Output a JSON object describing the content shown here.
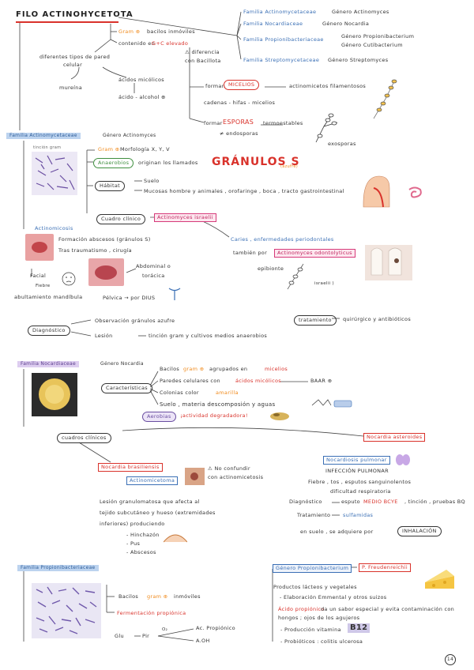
{
  "title": "FILO ACTINOHYCETOTA",
  "top": {
    "families": [
      {
        "family": "Familia Actinomycetaceae",
        "genus": "Género Actinomyces"
      },
      {
        "family": "Familia Nocardiaceae",
        "genus": "Género Nocardia"
      },
      {
        "family": "Familia Propionibacteriaceae",
        "genus": "Género Propionibacterium",
        "genus2": "Género Cutibacterium"
      },
      {
        "family": "Familia Streptomycetaceae",
        "genus": "Género Streptomyces"
      }
    ],
    "gram_pos": "Gram ⊕",
    "bacilos_inmoviles": "bacilos inmóviles",
    "contenido_en": "contenido en",
    "gc_elevado": "G+C elevado",
    "warning_diferencia": "⚠ diferencia",
    "con_bacillota": "con Bacillota",
    "diferentes_tipos": "diferentes tipos de pared",
    "celular": "celular",
    "micolicos_line": "ácidos micólicos",
    "mureina": "mureína",
    "acido_alcohol": "ácido - alcohol ⊕",
    "forman": "forman",
    "micelios": "MICELIOS",
    "actinomicetos_filamentosos": "actinomicetos filamentosos",
    "cadenas": "cadenas - hifas - micelios",
    "formar": "formar",
    "esporas": "ESPORAS",
    "termoestables": "termoestables",
    "endosporas": "≠ endosporas",
    "exosporas": "exosporas"
  },
  "actinomyces": {
    "header_family": "Familia Actinomycetaceae",
    "header_genus": "Género Actinomyces",
    "tincion_gram": "tinción gram",
    "gram_line": "Gram ⊕",
    "morfologia": "Morfología X, Y, V",
    "anaerobios": "Anaerobios",
    "originan": "originan los llamados",
    "granulos": "GRÁNULOS S",
    "granulos_note": "(azufre)",
    "habitat": "Hábitat",
    "suelo": "Suelo",
    "mucosas": "Mucosas hombre y animales , orofaringe , boca , tracto gastrointestinal",
    "cuadro_clinico": "Cuadro clínico",
    "actinomicosis": "Actinomicosis",
    "israelii": "Actinomyces israelii",
    "formacion": "Formación abscesos (gránulos S)",
    "tras": "Tras traumatismo , cirugía",
    "caries": "Caries , enfermedades periodontales",
    "tambien_por": "también por",
    "odontolyticus": "Actinomyces odontolyticus",
    "epibionte": "epibionte",
    "facial": "Facial",
    "fiebre": "Fiebre",
    "abultamiento": "abultamiento mandíbula",
    "abdominal": "Abdominal o",
    "toracica": "torácica",
    "pelvica": "Pélvica → por DIUS",
    "israelii_small": "israelii )",
    "diagnostico": "Diagnóstico",
    "observacion": "Observación gránulos azufre",
    "lesion": "Lesión",
    "tincion": "tinción gram y cultivos medios anaerobios",
    "tratamiento": "tratamiento",
    "quirurgico": "quirúrgico y antibióticos"
  },
  "nocardia": {
    "header_family": "Familia Nocardiaceae",
    "header_genus": "Género Nocardia",
    "caracteristicas": "Características",
    "bacilos": "Bacilos",
    "gram": "gram ⊕",
    "agrupados": "agrupados en",
    "micelios": "micelios",
    "paredes": "Paredes celulares con",
    "acidos_micolicos": "ácidos micólicos",
    "baar": "BAAR ⊕",
    "colonias": "Colonias color",
    "amarilla": "amarilla",
    "suelo": "Suelo , materia descomposión y aguas",
    "aerobias": "Aerobias",
    "actividad": "¡actividad degradadora!",
    "cuadros": "cuadros clínicos",
    "asteroides": "Nocardia asteroides",
    "brasiliensis": "Nocardia brasiliensis",
    "actinomicetoma": "Actinomicetoma",
    "no_confundir": "⚠ No confundir",
    "con_actino": "con actinomicetosis",
    "nocardiosis": "Nocardiosis pulmonar",
    "infeccion": "INFECCIÓN PULMONAR",
    "fiebre": "Fiebre , tos , esputos sanguinolentos",
    "dificultad": "dificultad respiratoria",
    "lesion1": "Lesión granulomatosa que afecta al",
    "lesion2": "tejido subcutáneo y hueso (extremidades",
    "lesion3": "inferiores) produciendo",
    "hinchazon": "- Hinchazón",
    "pus": "- Pus",
    "abscesos": "- Abscesos",
    "diagnostico": "Diagnóstico",
    "esputo": "esputo",
    "medio": "MEDIO BCYE",
    "tincion_pruebas": ", tinción , pruebas BQ",
    "tratamiento": "Tratamiento",
    "sulfamidas": "sulfamidas",
    "suelo2": "en suelo , se adquiere por",
    "inhalacion": "INHALACIÓN"
  },
  "propioni": {
    "header_family": "Familia Propionibacteriaceae",
    "header_genus": "Género Propionibacterium",
    "freudenreichii": "P. Freudenreichii",
    "bacilos": "Bacilos",
    "gram": "gram ⊕",
    "inmoviles": "inmóviles",
    "fermentacion": "Fermentación propiónica",
    "glu": "Glu",
    "pir": "Pir",
    "o2": "O₂",
    "ac_propionico": "Ac. Propiónico",
    "aoh": "A.OH",
    "productos": "Productos lácteos y vegetales",
    "elaboracion": "- Elaboración Emmental y otros suizos",
    "acido_prop": "Ácido propiónico",
    "sabor": "da un sabor especial y evita contaminación con",
    "hongos": "hongos ; ojos de los agujeros",
    "produccion": "- Producción vitamina",
    "b12": "B12",
    "probioticos": "- Probióticos : colitis ulcerosa",
    "page": "14"
  }
}
